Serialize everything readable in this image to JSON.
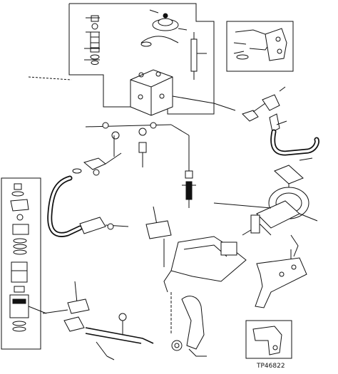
{
  "diagram": {
    "reference_code": "TP46822",
    "exploded_parts": [
      {
        "id": "top-inset"
      },
      {
        "id": "valve-block"
      },
      {
        "id": "left-hose"
      },
      {
        "id": "right-hose"
      },
      {
        "id": "left-parts-column"
      },
      {
        "id": "cylinder-assembly"
      },
      {
        "id": "lower-linkage"
      },
      {
        "id": "bottom-right-inset"
      }
    ]
  }
}
